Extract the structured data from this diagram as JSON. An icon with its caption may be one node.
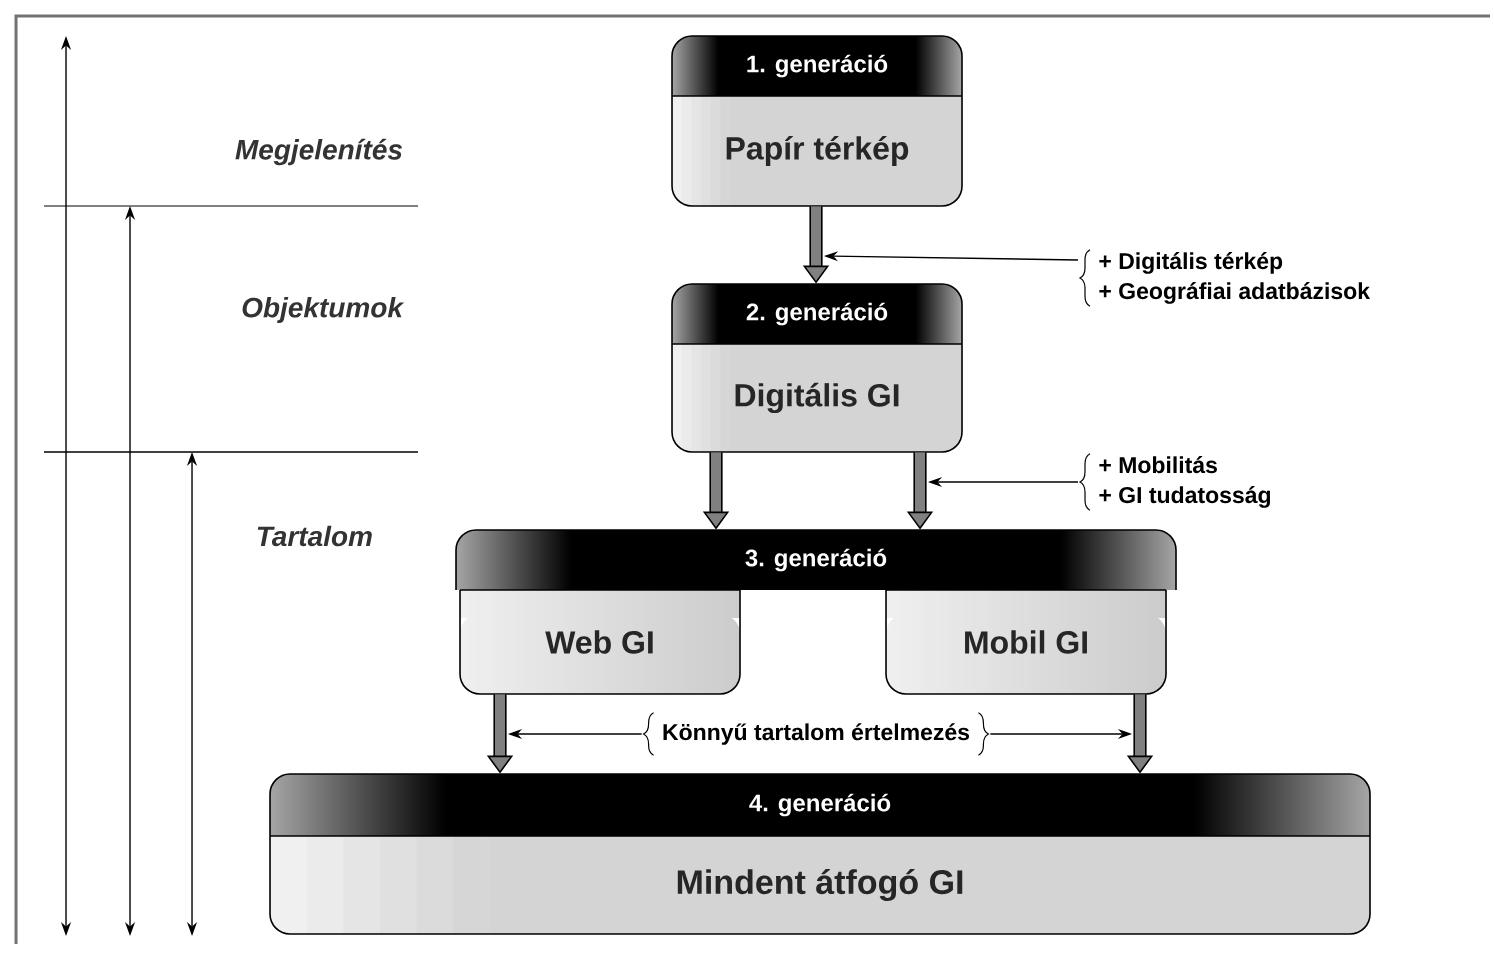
{
  "diagram": {
    "nodes": [
      {
        "text": [
          "1. generáció",
          "Papír térkép"
        ]
      },
      {
        "text": [
          "2. generáció",
          "Digitális GI"
        ]
      },
      {
        "text": [
          "3. generáció"
        ]
      },
      {
        "text": [
          "Web GI"
        ]
      },
      {
        "text": [
          "Mobil GI"
        ]
      },
      {
        "text": [
          "4. generáció",
          "Mindent átfogó GI"
        ]
      },
      {
        "text": [
          "+ Digitális térkép",
          "+ Geográfiai adatbázisok"
        ]
      },
      {
        "text": [
          "+ Mobilitás",
          "+ GI tudatosság"
        ]
      },
      {
        "text": [
          "Könnyű tartalom értelmezés"
        ]
      }
    ],
    "edges": [
      {
        "from": 0,
        "to": 1,
        "arrow": "to"
      },
      {
        "from": 1,
        "to": 2,
        "arrow": "to"
      },
      {
        "from": 1,
        "to": 2,
        "arrow": "to"
      },
      {
        "from": 3,
        "to": 5,
        "arrow": "to"
      },
      {
        "from": 4,
        "to": 5,
        "arrow": "to"
      },
      {
        "from": 6,
        "to": null,
        "arrow": "to",
        "color": "#000000"
      },
      {
        "from": 7,
        "to": null,
        "arrow": "to",
        "color": "#000000"
      },
      {
        "from": 8,
        "to": null,
        "arrow": "to",
        "color": "#000000"
      },
      {
        "from": 8,
        "to": null,
        "arrow": "to",
        "color": "#000000"
      }
    ],
    "labels": [
      "Megjelenítés",
      "Objektumok",
      "Tartalom"
    ]
  }
}
